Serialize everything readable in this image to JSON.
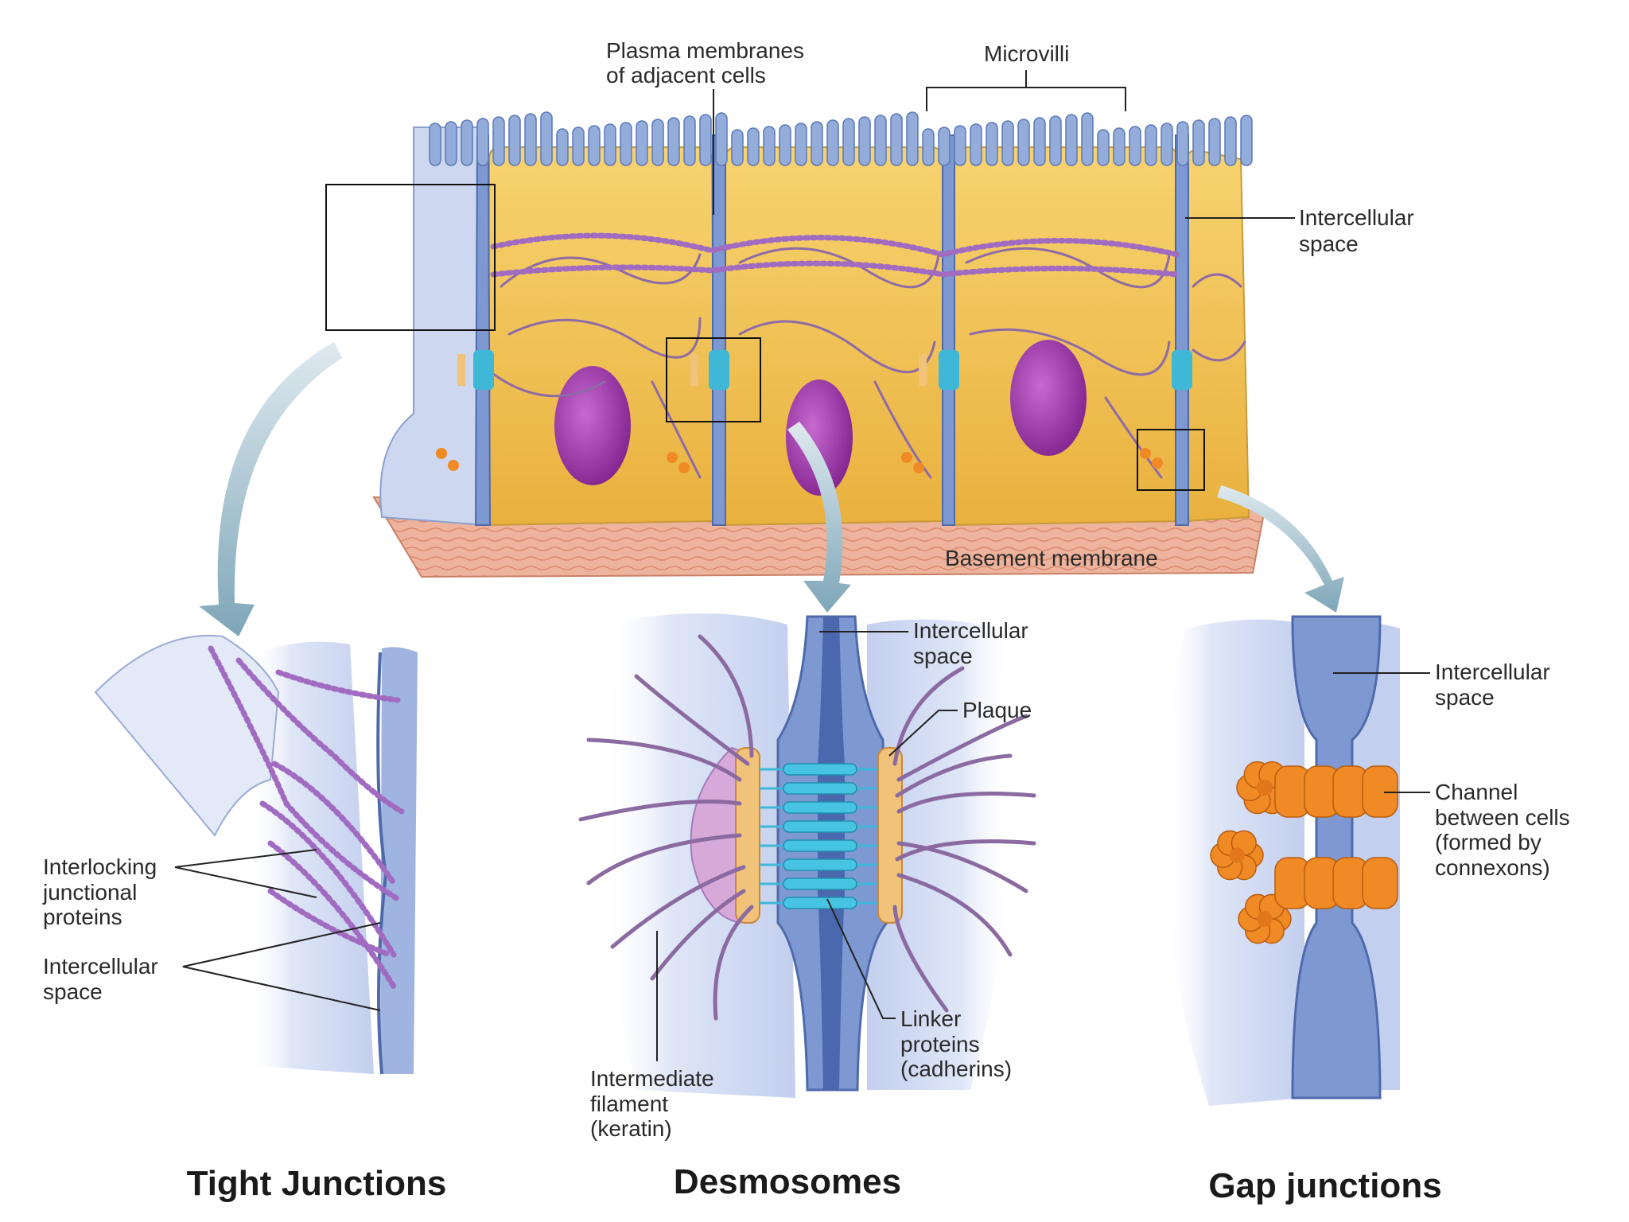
{
  "colors": {
    "cytoplasm": "#f2c04e",
    "membrane": "#8ea7d8",
    "membrane_dark": "#5c79b8",
    "nucleus": "#9a2fa6",
    "basement": "#e9a48c",
    "plaque": "#f0c27a",
    "linker": "#3fb8d8",
    "connexon": "#f08a24",
    "filament": "#8e6aa6"
  },
  "top": {
    "plasma_membranes_1": "Plasma membranes",
    "plasma_membranes_2": "of adjacent cells",
    "microvilli": "Microvilli",
    "intercellular_1": "Intercellular",
    "intercellular_2": "space",
    "basement": "Basement membrane"
  },
  "tight": {
    "title": "Tight Junctions",
    "interlocking_1": "Interlocking",
    "interlocking_2": "junctional",
    "interlocking_3": "proteins",
    "intercellular_1": "Intercellular",
    "intercellular_2": "space"
  },
  "desmo": {
    "title": "Desmosomes",
    "intercellular_1": "Intercellular",
    "intercellular_2": "space",
    "plaque": "Plaque",
    "linker_1": "Linker",
    "linker_2": "proteins",
    "linker_3": "(cadherins)",
    "filament_1": "Intermediate",
    "filament_2": "filament",
    "filament_3": "(keratin)"
  },
  "gap": {
    "title": "Gap junctions",
    "intercellular_1": "Intercellular",
    "intercellular_2": "space",
    "channel_1": "Channel",
    "channel_2": "between cells",
    "channel_3": "(formed by",
    "channel_4": "connexons)"
  }
}
